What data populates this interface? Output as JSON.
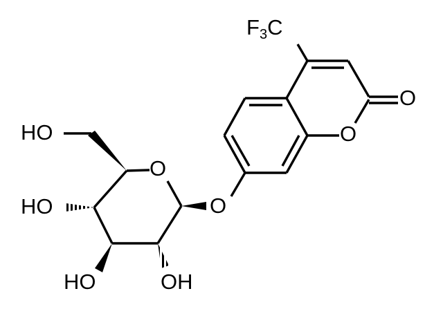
{
  "labels": {
    "cf3_f": "F",
    "cf3_sub": "3",
    "cf3_c": "C",
    "carbonyl_o": "O",
    "ring_o": "O",
    "glycosidic_o": "O",
    "pyranose_o": "O",
    "ch2oh": "HO",
    "ho_c4": "HO",
    "ho_c3": "HO",
    "oh_c2": "OH"
  },
  "colors": {
    "ink": "#000000",
    "background": "#ffffff"
  }
}
